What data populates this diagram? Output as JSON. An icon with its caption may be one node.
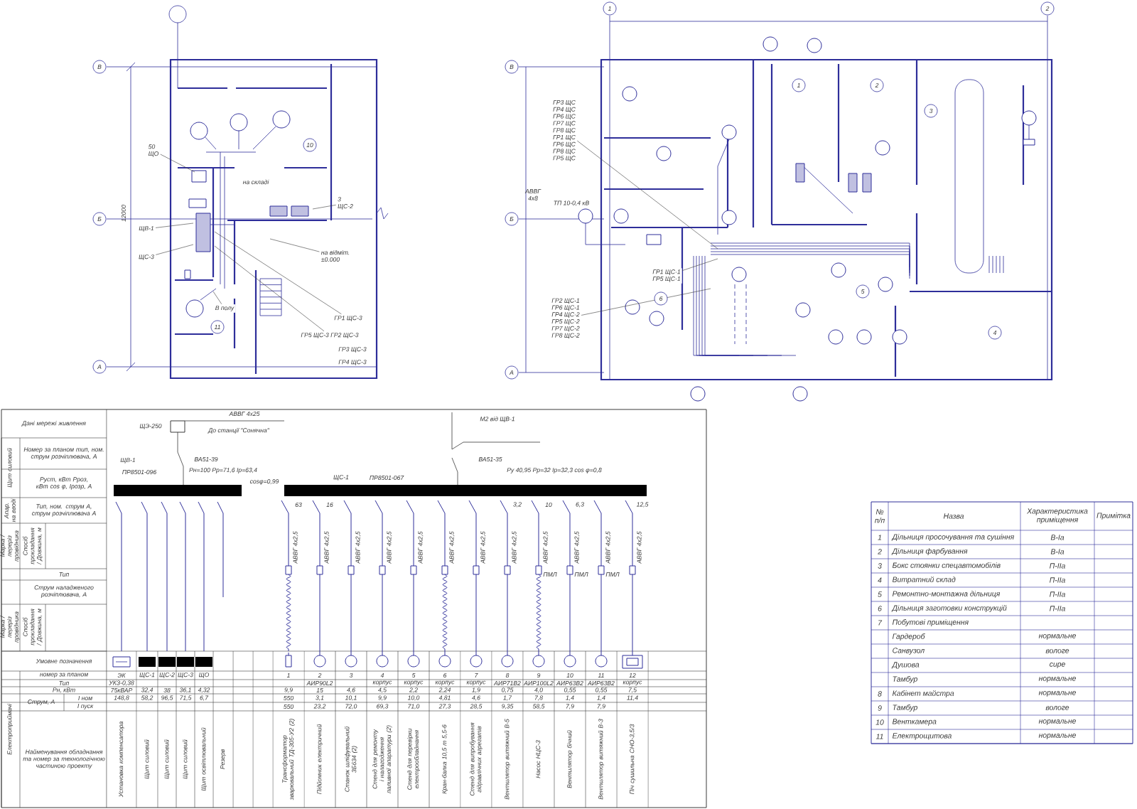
{
  "diagram": {
    "nodes": [
      {
        "text": [
          "50",
          "ЩО"
        ]
      },
      {
        "text": [
          "ЩВ-1"
        ]
      },
      {
        "text": [
          "ЩС-3"
        ]
      },
      {
        "text": [
          "3",
          "ЩС-2"
        ]
      },
      {
        "text": [
          "на відміт.",
          "±0.000"
        ]
      },
      {
        "text": [
          "В полу"
        ]
      },
      {
        "text": [
          "ГР1 ЩС-3"
        ]
      },
      {
        "text": [
          "ГР5 ЩС-3 ГР2 ЩС-3"
        ]
      },
      {
        "text": [
          "ГР3 ЩС",
          "ГР4 ЩС",
          "ГР6 ЩС",
          "ГР7 ЩС",
          "ГР8 ЩС",
          "ГР1 ЩС",
          "ГР6 ЩС",
          "ГР8 ЩС",
          "ГР5 ЩС"
        ]
      },
      {
        "text": [
          "ГР1 ЩС-1",
          "ГР5 ЩС-1"
        ]
      },
      {
        "text": [
          "ГР2 ЩС-1",
          "ГР6 ЩС-1",
          "ГР4 ЩС-2",
          "ГР5 ЩС-2",
          "ГР7 ЩС-2",
          "ГР8 ЩС-2"
        ]
      }
    ],
    "edges": [
      {
        "from": 0,
        "to": null,
        "arrow": "none"
      },
      {
        "from": 1,
        "to": null,
        "arrow": "none"
      },
      {
        "from": 2,
        "to": null,
        "arrow": "none"
      },
      {
        "from": 3,
        "to": null,
        "arrow": "none"
      },
      {
        "from": 4,
        "to": null,
        "arrow": "none"
      },
      {
        "from": 5,
        "to": null,
        "arrow": "none"
      },
      {
        "from": 6,
        "to": null,
        "arrow": "none"
      },
      {
        "from": 7,
        "to": null,
        "arrow": "none"
      },
      {
        "from": 8,
        "to": null,
        "arrow": "none"
      },
      {
        "from": 9,
        "to": null,
        "arrow": "none"
      },
      {
        "from": 10,
        "to": null,
        "arrow": "none"
      }
    ],
    "labels": [
      "В",
      "Б",
      "А",
      "12000",
      "10",
      "11",
      "ГР3 ЩС-3",
      "ГР4 ЩС-3",
      "на складі",
      "1",
      "2",
      "В",
      "Б",
      "А",
      "АВВГ 4х8",
      "ТП 10-0,4 кВ",
      "1",
      "2",
      "3",
      "4",
      "5",
      "6",
      "Дані мережі живлення",
      "Номер за планом тип, ном. струм розчіплювача, А",
      "Руст, кВт Рроз, кВт cos φ, Ірозр, А",
      "Щит силовий",
      "Тип, ном. струм А, струм розчіплювача А",
      "Апар. на вводі",
      "Марка / переріз провідника",
      "Спосіб прокладання / Довжина, м",
      "Тип",
      "Струм наладженого розчіплювача, А",
      "Марка / переріз провідника",
      "Спосіб прокладання / Довжина, м",
      "Умовне позначення",
      "номер за планом",
      "Тип",
      "Рн, кВт",
      "Струм, А",
      "І ном",
      "І пуск",
      "Найменування обладнання та номер за технологічною частиною проекту",
      "Електроприймачі",
      "АВВГ 4х25",
      "ЩЭ-250",
      "До станції \"Сонячна\"",
      "ЩВ-1",
      "ПР8501-096",
      "ВА51-39",
      "Рн=100 Рр=71,6 Ір=63,4",
      "cosφ=0,99",
      "ЩС-1",
      "ПР8501-067",
      "М2 від ЩВ-1",
      "ВА51-35",
      "Ру 40,95 Рр=32 Ір=32,3 cos φ=0,8",
      "ЭК",
      "ЩС-1",
      "ЩС-2",
      "ЩС-3",
      "ЩО",
      "УКЗ-0,38",
      "75кВАР",
      "32,4",
      "38",
      "36,1",
      "4,32",
      "148,8",
      "58,2",
      "96,5",
      "71,5",
      "6,7",
      "Установка компенсатора",
      "Щит силовий",
      "Щит силовий",
      "Щит силовий",
      "Щит освітлювальний",
      "Резерв",
      "АВВГ 4х2,5",
      "АВВГ 4х2,5",
      "АВВГ 4х2,5",
      "АВВГ 4х2,5",
      "АВВГ 4х2,5",
      "АВВГ 4х2,5",
      "АВВГ 4х2,5",
      "АВВГ 4х2,5",
      "АВВГ 4х2,5",
      "АВВГ 4х2,5",
      "АВВГ 4х2,5",
      "АВВГ 4х2,5",
      "1",
      "2",
      "3",
      "4",
      "5",
      "6",
      "7",
      "8",
      "9",
      "10",
      "11",
      "12",
      "9,9",
      "550",
      "550",
      "АИР90L2",
      "15",
      "3,1",
      "23,2",
      "4,6",
      "10,1",
      "72,0",
      "корпус",
      "4,5",
      "9,9",
      "69,3",
      "корпус",
      "2,2",
      "10,0",
      "71,0",
      "корпус",
      "2,24",
      "4,81",
      "27,3",
      "корпус",
      "1,9",
      "4,6",
      "28,5",
      "АИР71В2",
      "0,75",
      "1,7",
      "9,35",
      "АИР100L2",
      "4,0",
      "7,8",
      "58,5",
      "АИР63В2",
      "0,55",
      "1,4",
      "7,9",
      "АИР63В2",
      "0,55",
      "1,4",
      "7,9",
      "корпус",
      "7,5",
      "11,4",
      "Трансформатор зварювальний ТД-305-У2 (2)",
      "Підйомник електричний",
      "Станок шліфувальний 3Б634 (2)",
      "Стенд для ремонту і налагодження паливної апаратури (2)",
      "Стенд для перевірки електрообладнання",
      "Кран-балка 10,5 т 5,5-6",
      "Стенд для випробування гідравлічних агрегатів",
      "Вентилятор витяжний В-5",
      "Насос НЦС-3",
      "Вентилятор бічний",
      "Вентилятор витяжний В-3",
      "Піч сушильна СНО-3,5/3",
      "63",
      "16",
      "3,2",
      "10",
      "6,3",
      "12,5",
      "ПМЛ",
      "ПМЛ",
      "ПМЛ",
      "№ п/п",
      "Назва",
      "Характеристика приміщення",
      "Примітка",
      "1",
      "Дільниця просочування та сушіння",
      "В-Іа",
      "2",
      "Дільниця фарбування",
      "В-Іа",
      "3",
      "Бокс стоянки спецавтомобілів",
      "П-ІІа",
      "4",
      "Витратний склад",
      "П-ІІа",
      "5",
      "Ремонтно-монтажна дільниця",
      "П-ІІа",
      "6",
      "Дільниця заготовки конструкцій",
      "П-ІІа",
      "7",
      "Побутові приміщення",
      "Гардероб",
      "нормальне",
      "Санвузол",
      "вологе",
      "Душова",
      "сире",
      "Тамбур",
      "нормальне",
      "8",
      "Кабінет майстра",
      "нормальне",
      "9",
      "Тамбур",
      "вологе",
      "10",
      "Венткамера",
      "нормальне",
      "11",
      "Електрощитова",
      "нормальне"
    ]
  }
}
